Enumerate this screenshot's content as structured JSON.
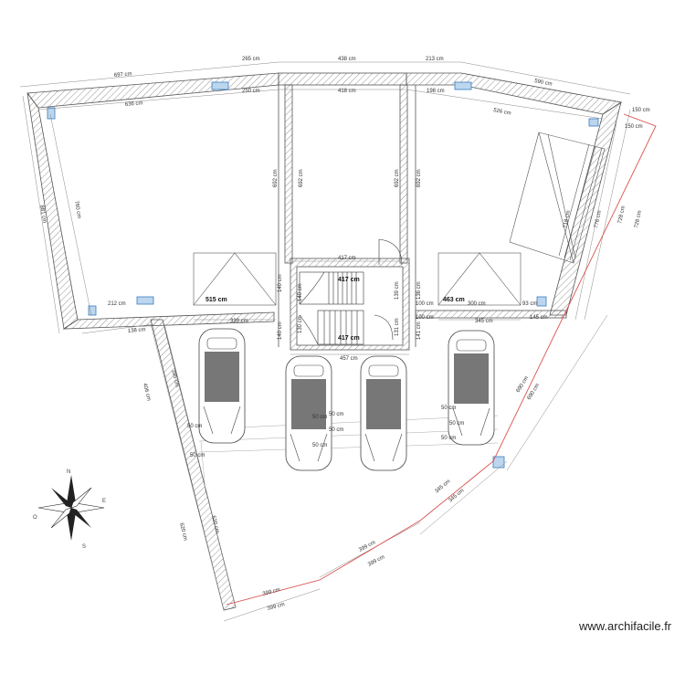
{
  "watermark": "www.archifacile.fr",
  "compass": {
    "labels": [
      "N",
      "S",
      "E",
      "O"
    ]
  },
  "rooms": {
    "area_left": "515 cm",
    "area_right": "463 cm",
    "stair_top": "417 cm",
    "stair_bottom": "417 cm"
  },
  "dims": {
    "t_697": "697 cm",
    "t_265": "265 cm",
    "t_438": "438 cm",
    "t_213": "213 cm",
    "t_590": "590 cm",
    "t_150a": "150 cm",
    "t_150b": "150 cm",
    "t_636": "636 cm",
    "t_250": "250 cm",
    "t_418": "418 cm",
    "t_198": "198 cm",
    "t_526": "526 cm",
    "l_881": "881 cm",
    "l_760": "760 cm",
    "v_692a": "692 cm",
    "v_692b": "692 cm",
    "v_692c": "692 cm",
    "v_692d": "692 cm",
    "r_776": "776 cm",
    "r_718": "718 cm",
    "r_728a": "728 cm",
    "r_728b": "728 cm",
    "h_417": "417 cm",
    "h_212": "212 cm",
    "h_93": "93 cm",
    "v_140a": "140 cm",
    "v_140b": "140 cm",
    "v_130": "130 cm",
    "v_140c": "140 cm",
    "v_139": "139 cm",
    "v_136": "136 cm",
    "v_131": "131 cm",
    "v_141": "141 cm",
    "h_100a": "100 cm",
    "h_300": "300 cm",
    "h_100b": "100 cm",
    "h_339": "339 cm",
    "h_345a": "345 cm",
    "h_145": "145 cm",
    "h_457": "457 cm",
    "h_138": "138 cm",
    "v_406": "406 cm",
    "v_395": "395 cm",
    "v_620": "620 cm",
    "v_620b": "620 cm",
    "p_50a": "50 cm",
    "p_50b": "50 cm",
    "p_50c": "50 cm",
    "p_50d": "50 cm",
    "p_50e": "50 cm",
    "p_50f": "50 cm",
    "p_50g": "50 cm",
    "p_50h": "50 cm",
    "p_50i": "50 cm",
    "d_690a": "690 cm",
    "d_690b": "690 cm",
    "d_345a": "345 cm",
    "d_345b": "345 cm",
    "d_399a": "399 cm",
    "d_399b": "399 cm",
    "d_399c": "399 cm",
    "d_399d": "399 cm"
  },
  "colors": {
    "wall": "#555555",
    "hatch": "#777777",
    "red": "#d9534f",
    "car_glass": "#777777",
    "window": "#3a7bbf"
  }
}
